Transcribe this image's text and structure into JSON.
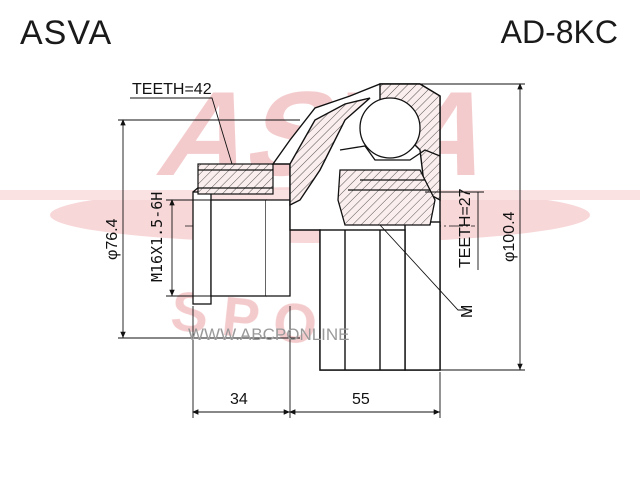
{
  "header": {
    "brand": "ASVA",
    "part_number": "AD-8KC"
  },
  "labels": {
    "teeth_outer": "TEETH=42",
    "teeth_inner": "TEETH=27",
    "thread": "M16X1.5-6H",
    "diameter_small": "φ76.4",
    "diameter_large": "φ100.4",
    "length_left": "34",
    "length_right": "55",
    "marker": "M"
  },
  "watermark": {
    "logo_text": "ASVA",
    "sport_text": "SPORT",
    "url": "WWW.ABCPONLINE"
  },
  "colors": {
    "line": "#111111",
    "hatch_fill": "#f6e4e4",
    "watermark": "#f2c2c4"
  }
}
